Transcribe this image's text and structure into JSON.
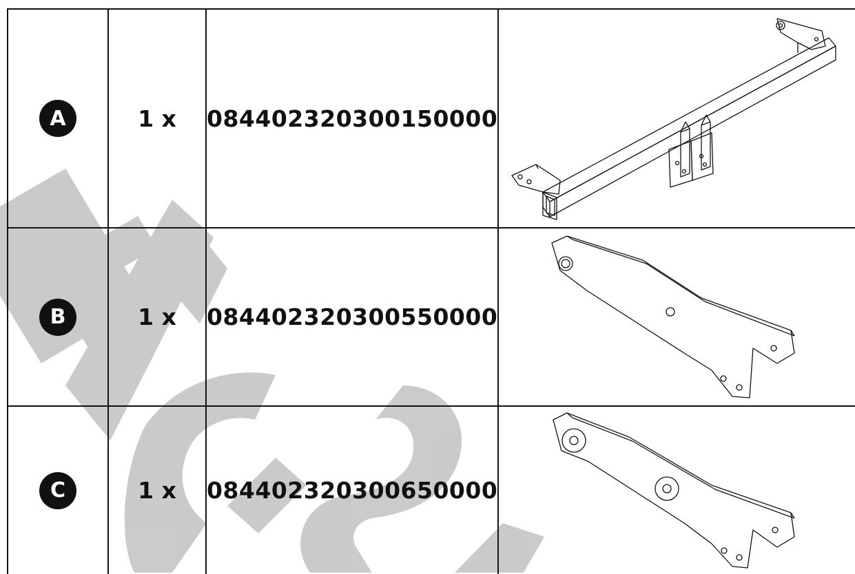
{
  "parts": [
    {
      "letter": "A",
      "quantity": "1 x",
      "part_number": "084402320300150000",
      "drawing_icon": "tow-bar-crossmember-drawing"
    },
    {
      "letter": "B",
      "quantity": "1 x",
      "part_number": "084402320300550000",
      "drawing_icon": "mounting-bracket-drawing"
    },
    {
      "letter": "C",
      "quantity": "1 x",
      "part_number": "084402320300650000",
      "drawing_icon": "mounting-bracket-with-bushings-drawing"
    }
  ],
  "watermark": {
    "text": "EAC-S",
    "color": "#c8c8c8"
  }
}
